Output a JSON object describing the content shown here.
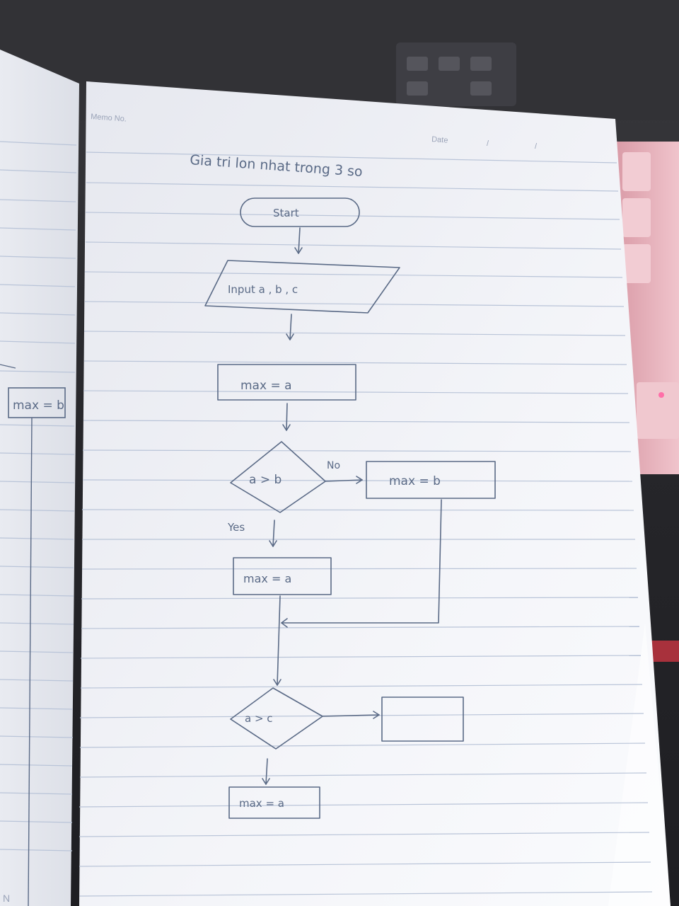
{
  "notebook": {
    "header_memo": "Memo No.",
    "header_date": "Date",
    "date_slashes": [
      "/",
      "/"
    ],
    "corner_mark": "N"
  },
  "flowchart": {
    "title": "Gia tri lon nhat trong 3 so",
    "start_label": "Start",
    "input_label": "Input   a , b , c",
    "assign_max_a": "max = a",
    "decision_1": "a > b",
    "decision_1_no": "No",
    "decision_1_yes": "Yes",
    "assign_max_b": "max = b",
    "assign_max_a_2": "max = a",
    "decision_2": "a > c",
    "assign_max_a_3": "max = a"
  },
  "left_page": {
    "box_label": "max = b"
  },
  "colors": {
    "ink": "#5a6a86",
    "paper": "#f3f4f8",
    "rule_line": "#b9c4d8",
    "keyboard_pink": "#e7b7bf",
    "background_dark": "#2b2b2e"
  }
}
